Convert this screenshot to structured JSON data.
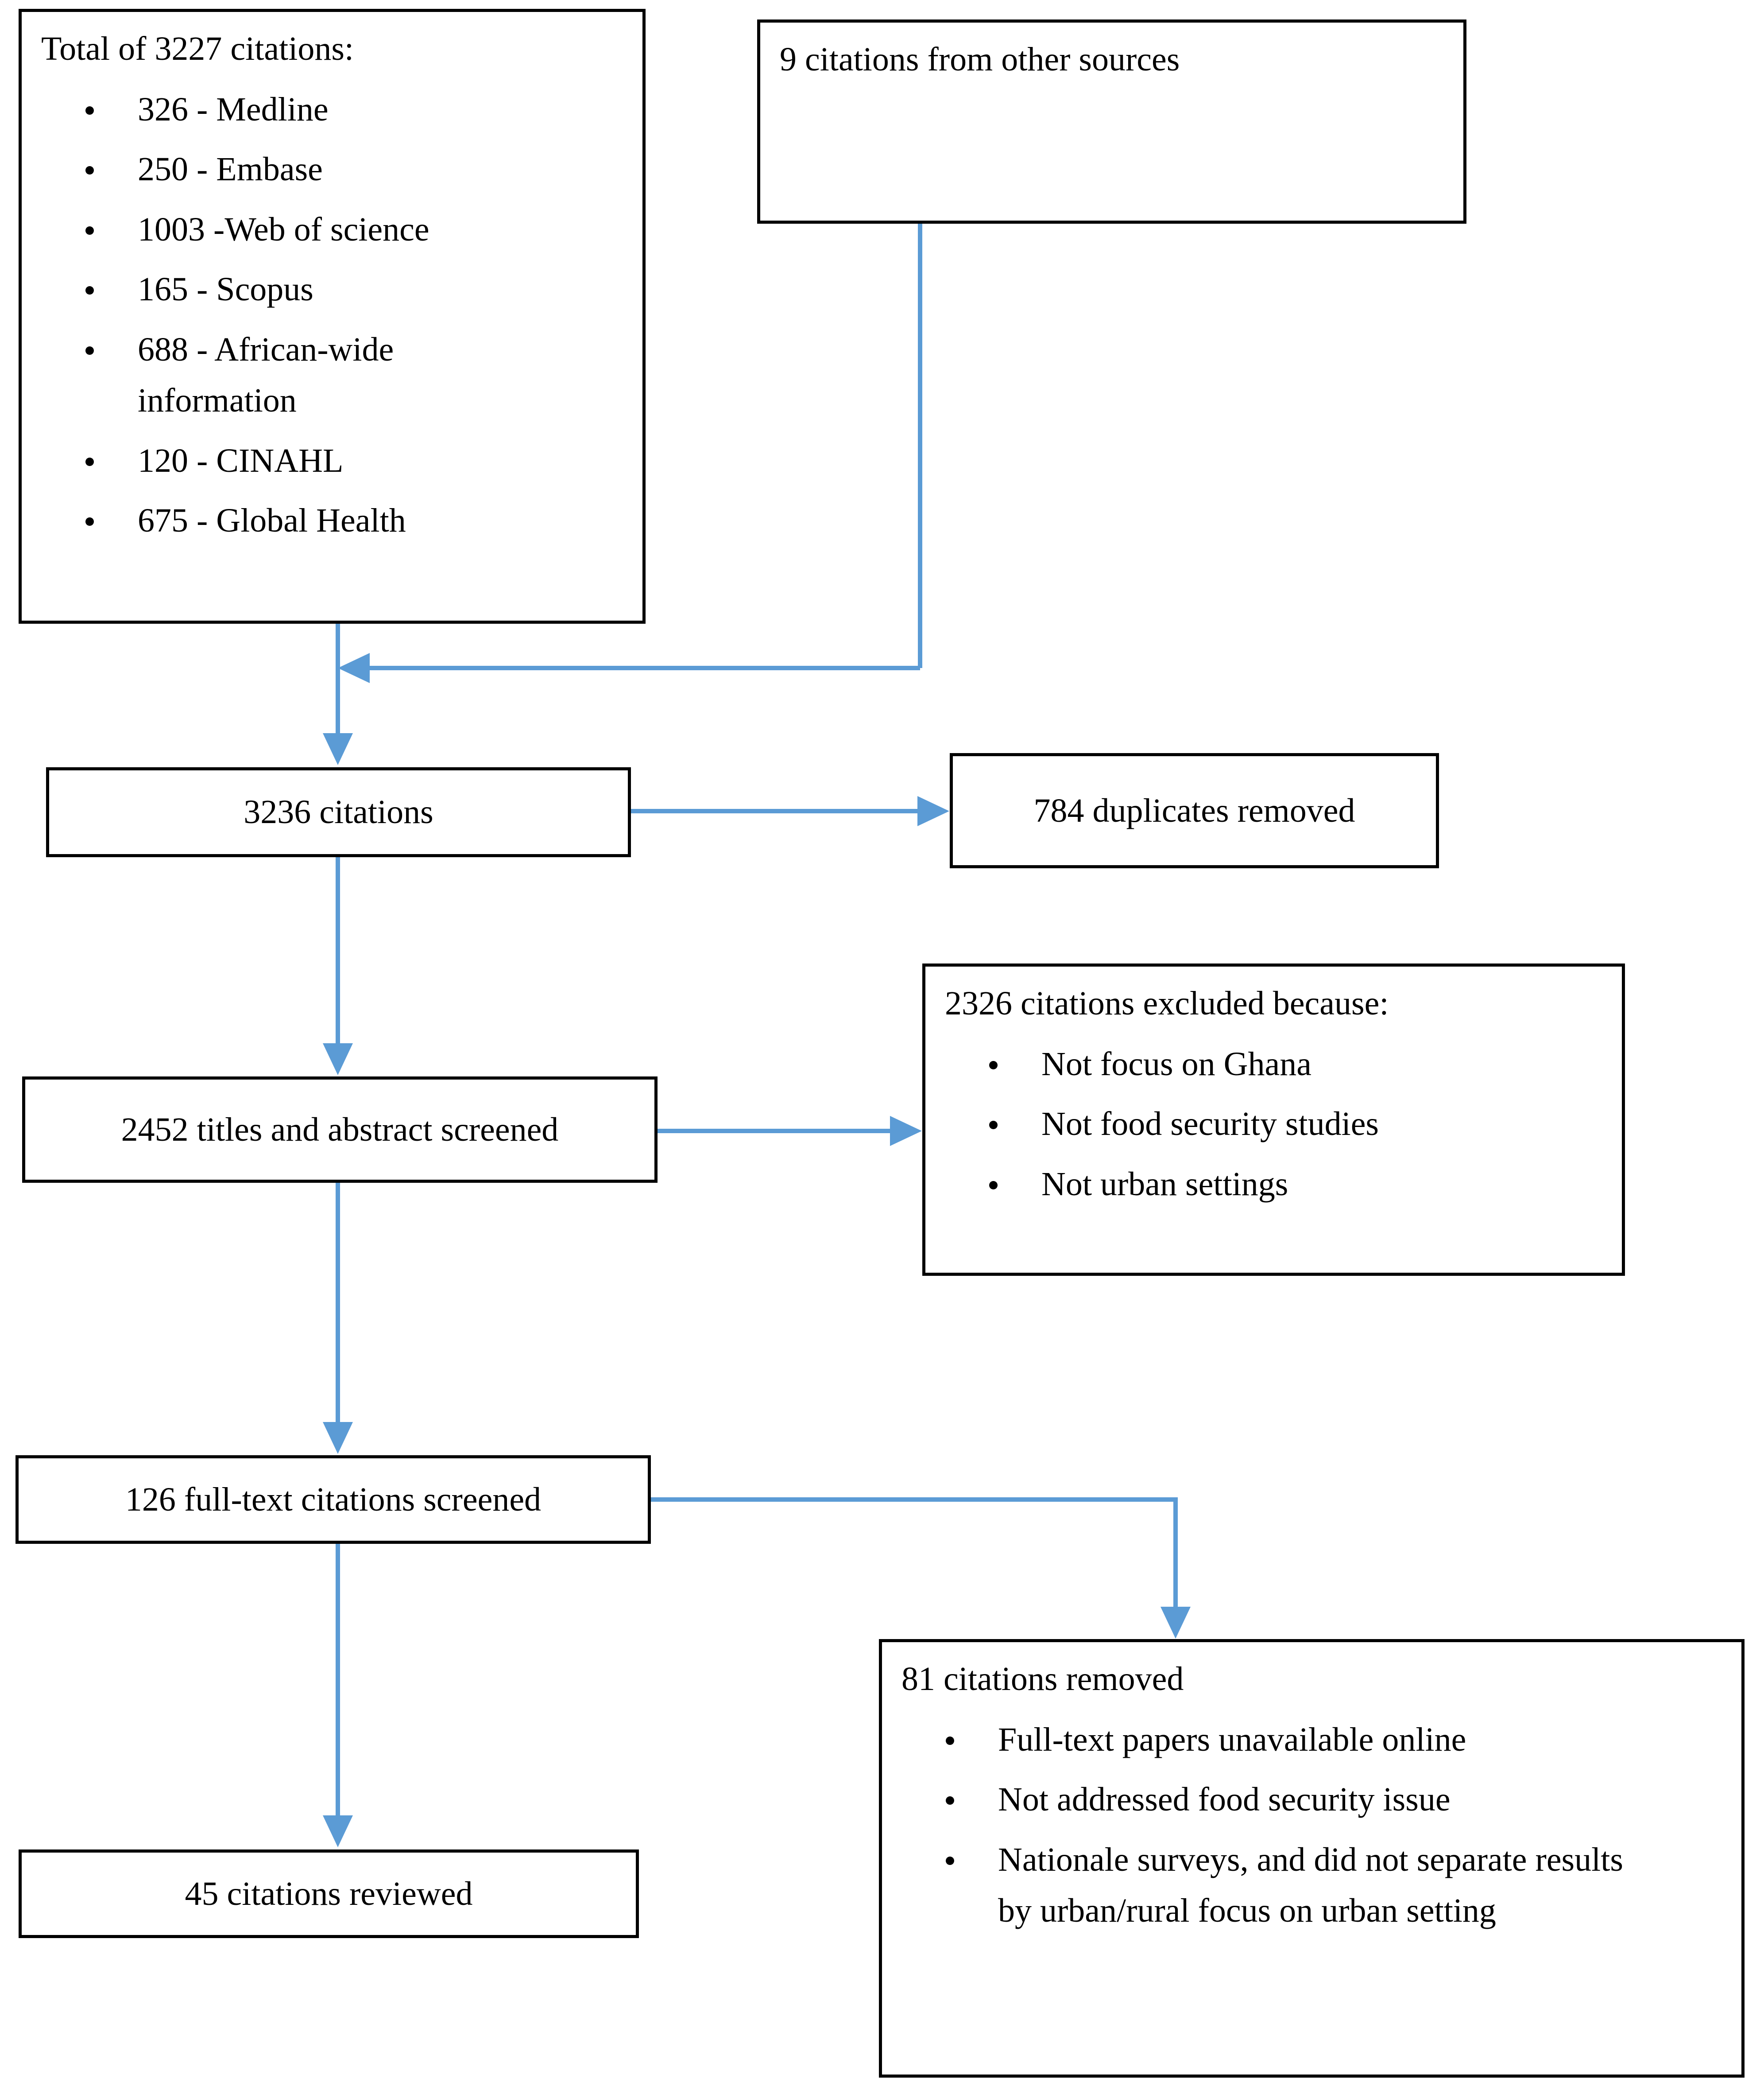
{
  "diagram": {
    "type": "prisma-flow-diagram",
    "accent_color": "#5B9BD5",
    "border_color": "#000000",
    "background_color": "#FFFFFF"
  },
  "nodes": {
    "identification_databases": {
      "title": "Total of 3227 citations:",
      "total": 3227,
      "sources": [
        "326 - Medline",
        "250 - Embase",
        "1003 -Web of science",
        "165 - Scopus",
        "688 - African-wide information",
        "120 - CINAHL",
        "675 - Global Health"
      ]
    },
    "identification_other": {
      "title": "9 citations from other sources",
      "count": 9
    },
    "combined": {
      "title": "3236 citations",
      "count": 3236
    },
    "duplicates_removed": {
      "title": "784 duplicates removed",
      "count": 784
    },
    "screened": {
      "title": "2452 titles and abstract screened",
      "count": 2452
    },
    "excluded_screening": {
      "title": "2326 citations excluded because:",
      "count": 2326,
      "reasons": [
        "Not focus on Ghana",
        "Not food security studies",
        "Not urban settings"
      ]
    },
    "fulltext_screened": {
      "title": "126 full-text citations screened",
      "count": 126
    },
    "excluded_fulltext": {
      "title": "81 citations removed",
      "count": 81,
      "reasons": [
        "Full-text papers unavailable online",
        "Not addressed food security issue",
        "Nationale surveys, and did  not separate results by urban/rural focus on urban setting"
      ]
    },
    "included": {
      "title": "45 citations reviewed",
      "count": 45
    }
  }
}
